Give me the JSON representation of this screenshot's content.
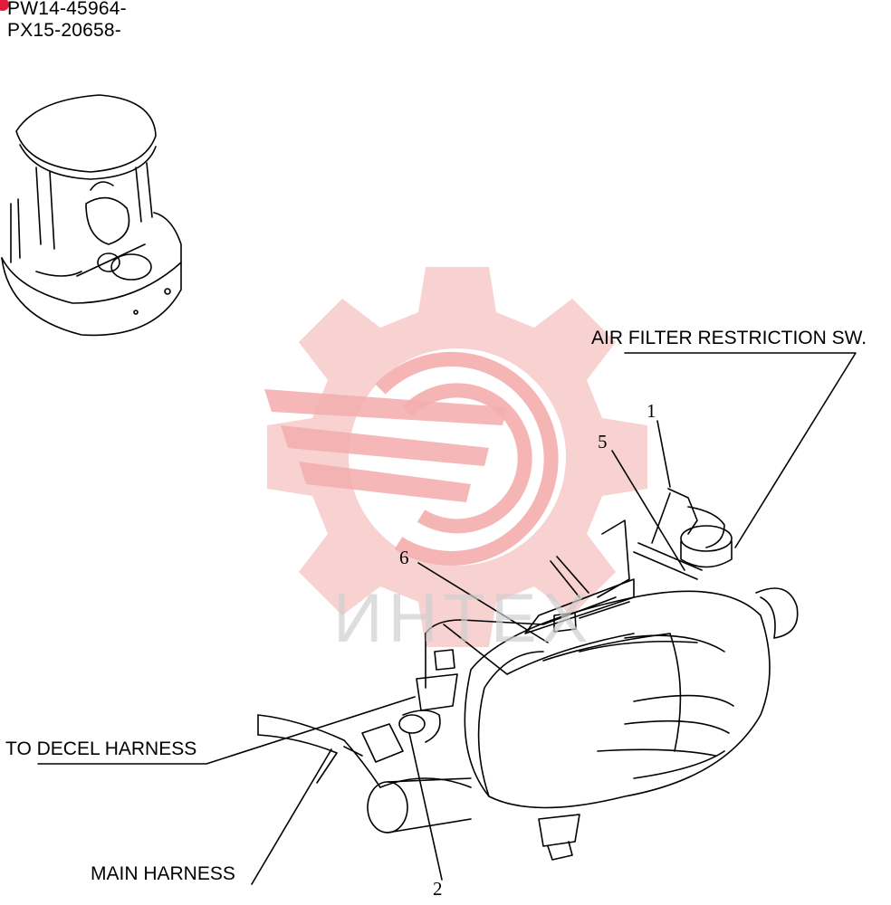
{
  "serials": [
    "PW14-45964-",
    "PX15-20658-"
  ],
  "callouts": {
    "air_filter_switch": "AIR FILTER RESTRICTION SW.",
    "decel_harness": "TO DECEL HARNESS",
    "main_harness": "MAIN HARNESS"
  },
  "part_numbers": [
    "1",
    "2",
    "5",
    "6"
  ],
  "watermark": {
    "text": "ИНТЕХ",
    "color": "#f4b6b6"
  }
}
